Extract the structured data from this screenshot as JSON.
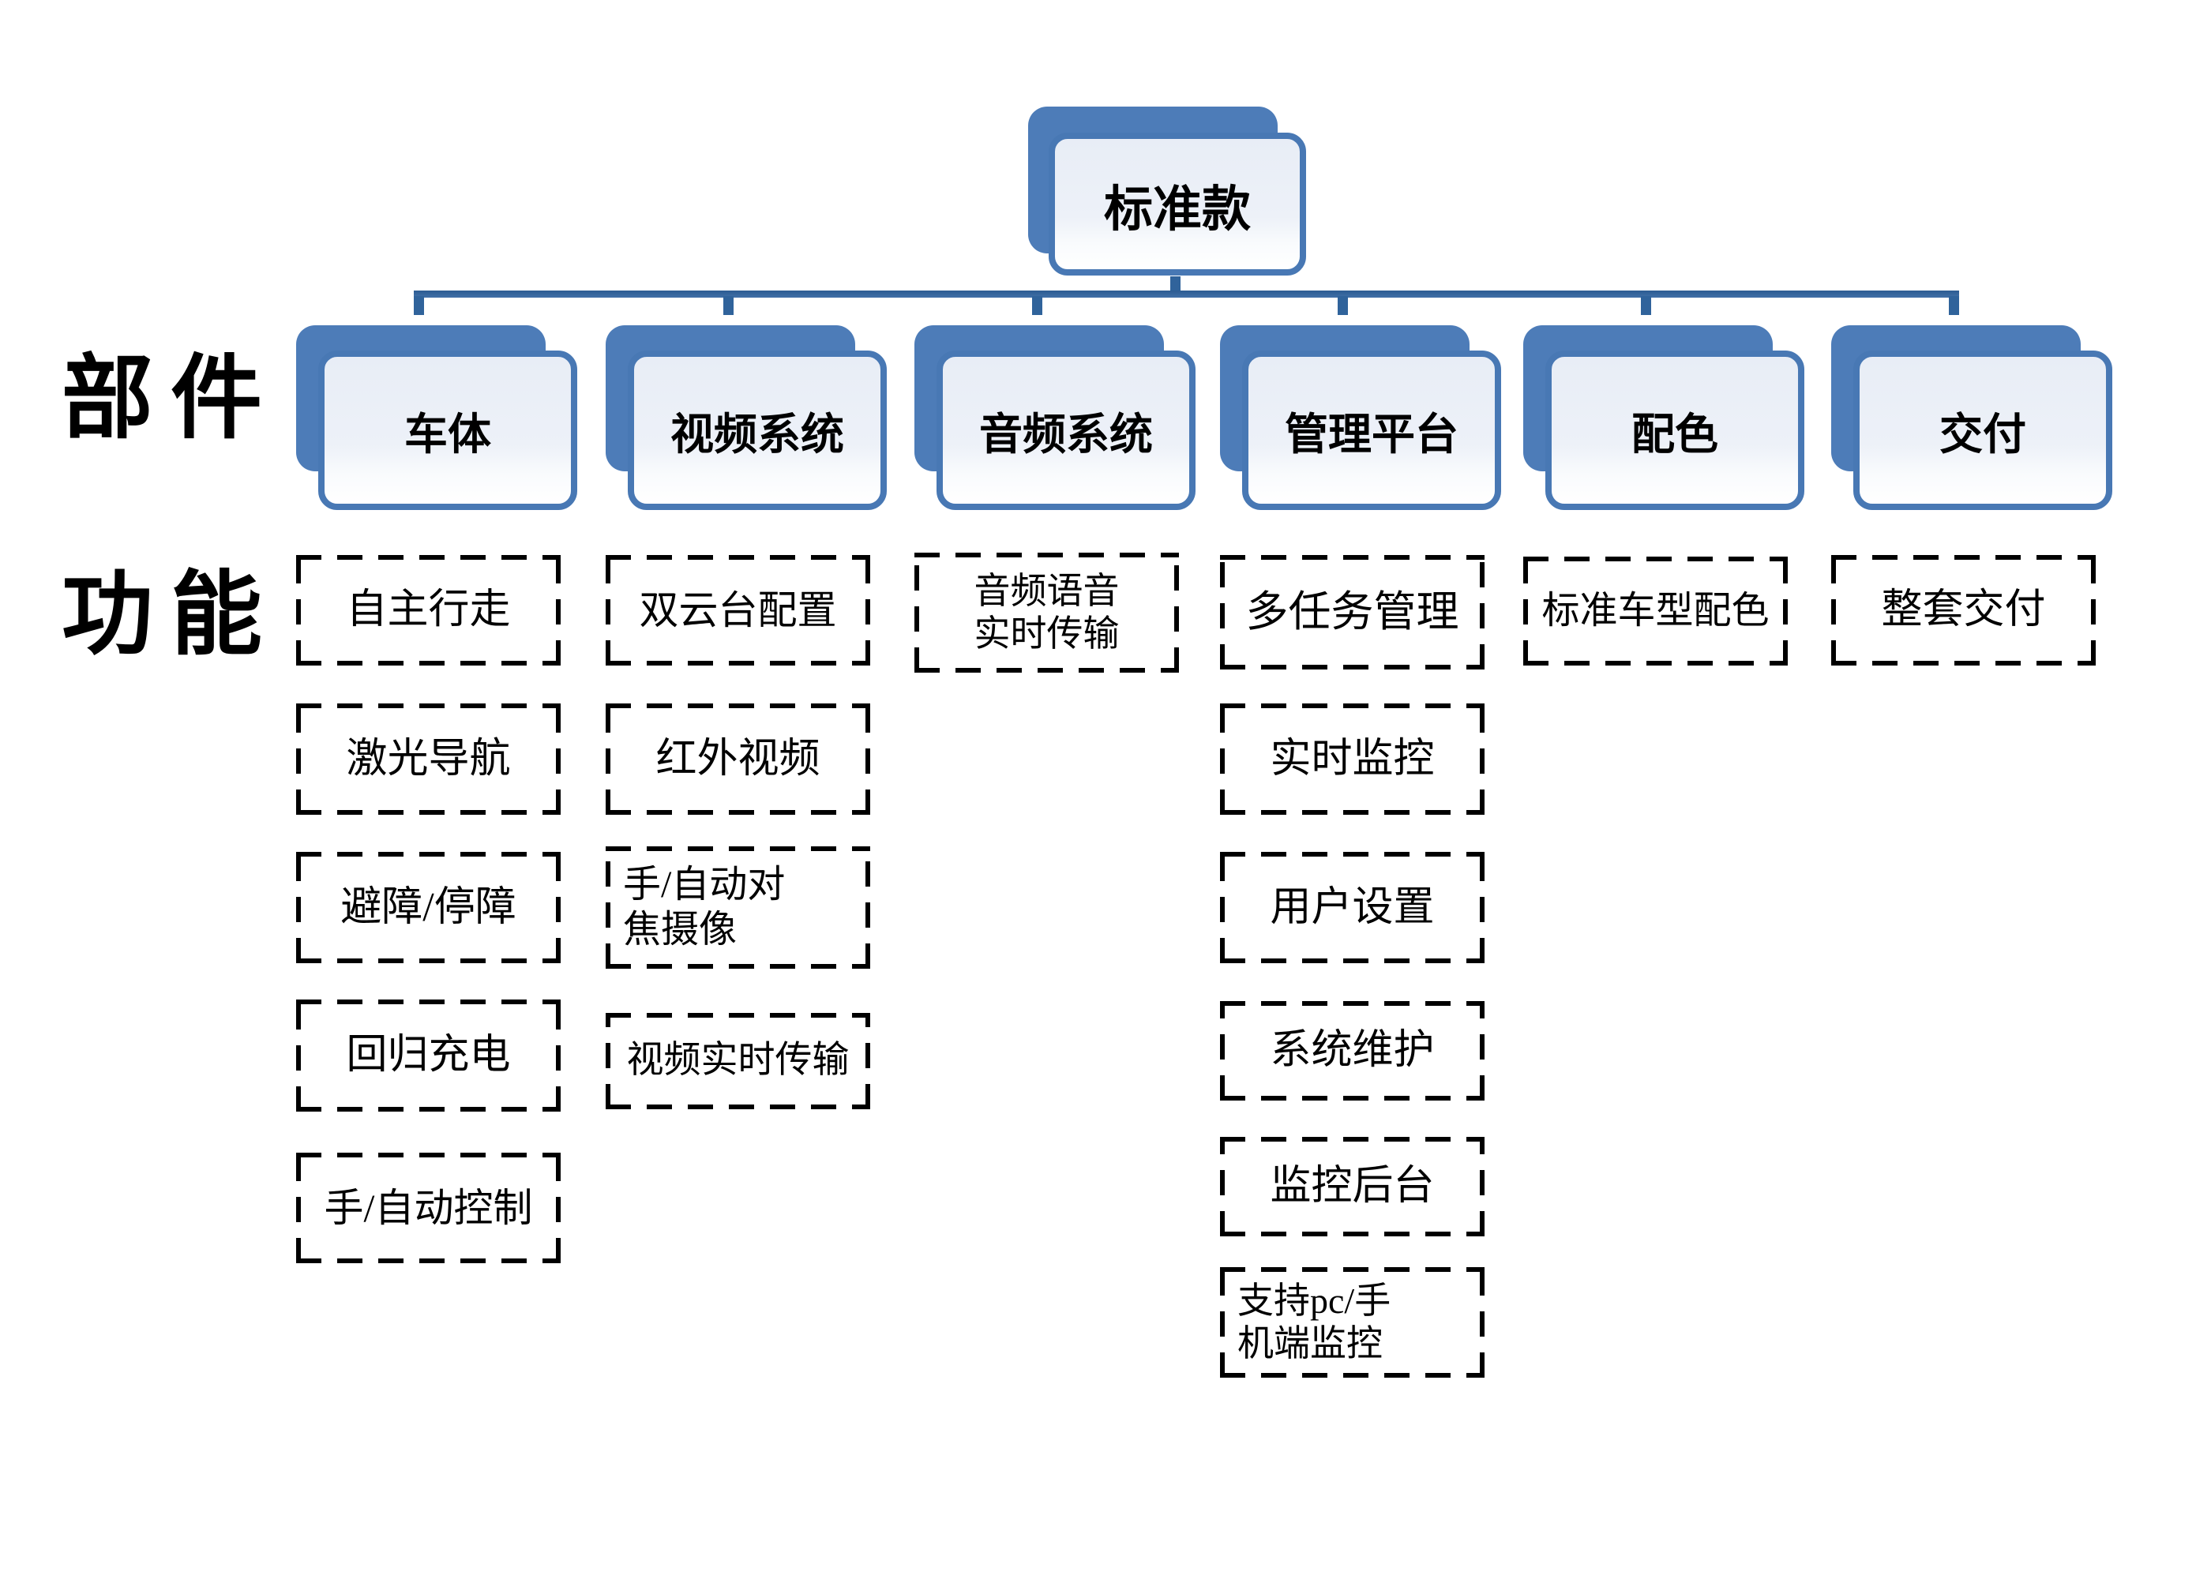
{
  "diagram": {
    "root_label": "标准款",
    "row_labels": {
      "components": "部件",
      "functions": "功能"
    },
    "colors": {
      "accent_blue": "#4d7cb8",
      "border_blue": "#4878b4",
      "connector_blue": "#30639b",
      "card_fill_light": "#e8edf6",
      "dashed_border": "#000000"
    },
    "columns": [
      {
        "component": "车体",
        "functions": [
          "自主行走",
          "激光导航",
          "避障/停障",
          "回归充电",
          "手/自动控制"
        ]
      },
      {
        "component": "视频系统",
        "functions": [
          "双云台配置",
          "红外视频",
          "手/自动对\n焦摄像",
          "视频实时传输"
        ]
      },
      {
        "component": "音频系统",
        "functions": [
          "音频语音\n实时传输"
        ]
      },
      {
        "component": "管理平台",
        "functions": [
          "多任务管理",
          "实时监控",
          "用户设置",
          "系统维护",
          "监控后台",
          "支持pc/手\n机端监控"
        ]
      },
      {
        "component": "配色",
        "functions": [
          "标准车型配色"
        ]
      },
      {
        "component": "交付",
        "functions": [
          "整套交付"
        ]
      }
    ]
  }
}
